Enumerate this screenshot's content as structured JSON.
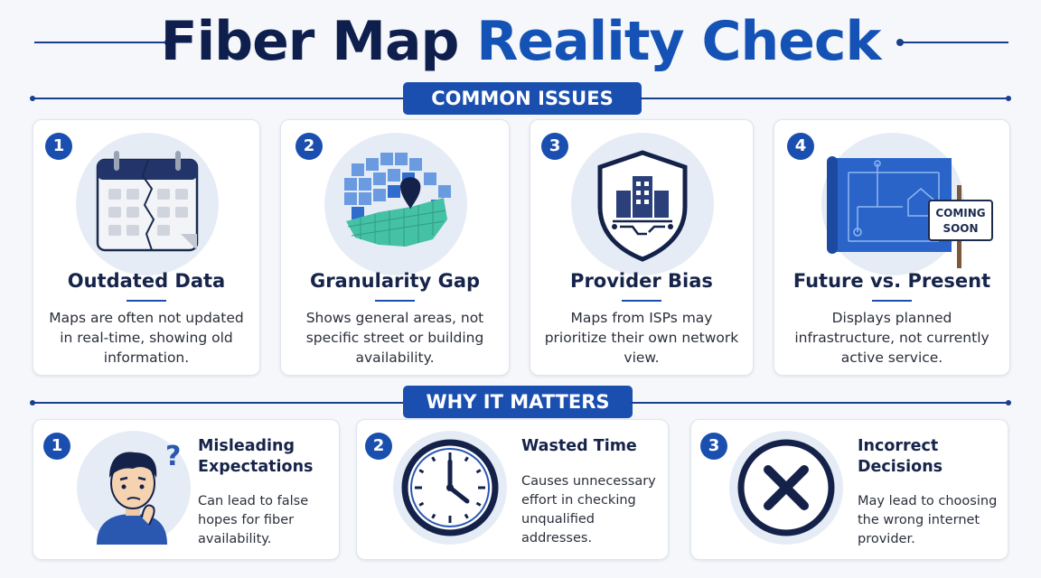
{
  "title": {
    "part1": "Fiber Map",
    "part2": "Reality Check"
  },
  "colors": {
    "navy": "#0f1f4d",
    "accent": "#1552b5",
    "label_bg": "#1a4fb0",
    "circle_bg": "#e6ecf6"
  },
  "sections": {
    "issues_label": "COMMON ISSUES",
    "matters_label": "WHY IT MATTERS"
  },
  "issues": [
    {
      "number": "1",
      "icon": "calendar-icon",
      "title": "Outdated Data",
      "body": "Maps are often not updated in real-time, showing old information."
    },
    {
      "number": "2",
      "icon": "coverage-map-icon",
      "title": "Granularity Gap",
      "body": "Shows general areas, not specific street or building availability."
    },
    {
      "number": "3",
      "icon": "shield-building-icon",
      "title": "Provider Bias",
      "body": "Maps from ISPs may prioritize their own network view."
    },
    {
      "number": "4",
      "icon": "blueprint-icon",
      "title": "Future vs. Present",
      "body": "Displays planned infrastructure, not currently active service.",
      "sign": "COMING SOON"
    }
  ],
  "matters": [
    {
      "number": "1",
      "icon": "confused-person-icon",
      "title": "Misleading Expectations",
      "body": "Can lead to false hopes for fiber availability."
    },
    {
      "number": "2",
      "icon": "clock-icon",
      "title": "Wasted Time",
      "body": "Causes unnecessary effort in checking unqualified addresses."
    },
    {
      "number": "3",
      "icon": "x-circle-icon",
      "title": "Incorrect Decisions",
      "body": "May lead to choosing the wrong internet provider."
    }
  ]
}
